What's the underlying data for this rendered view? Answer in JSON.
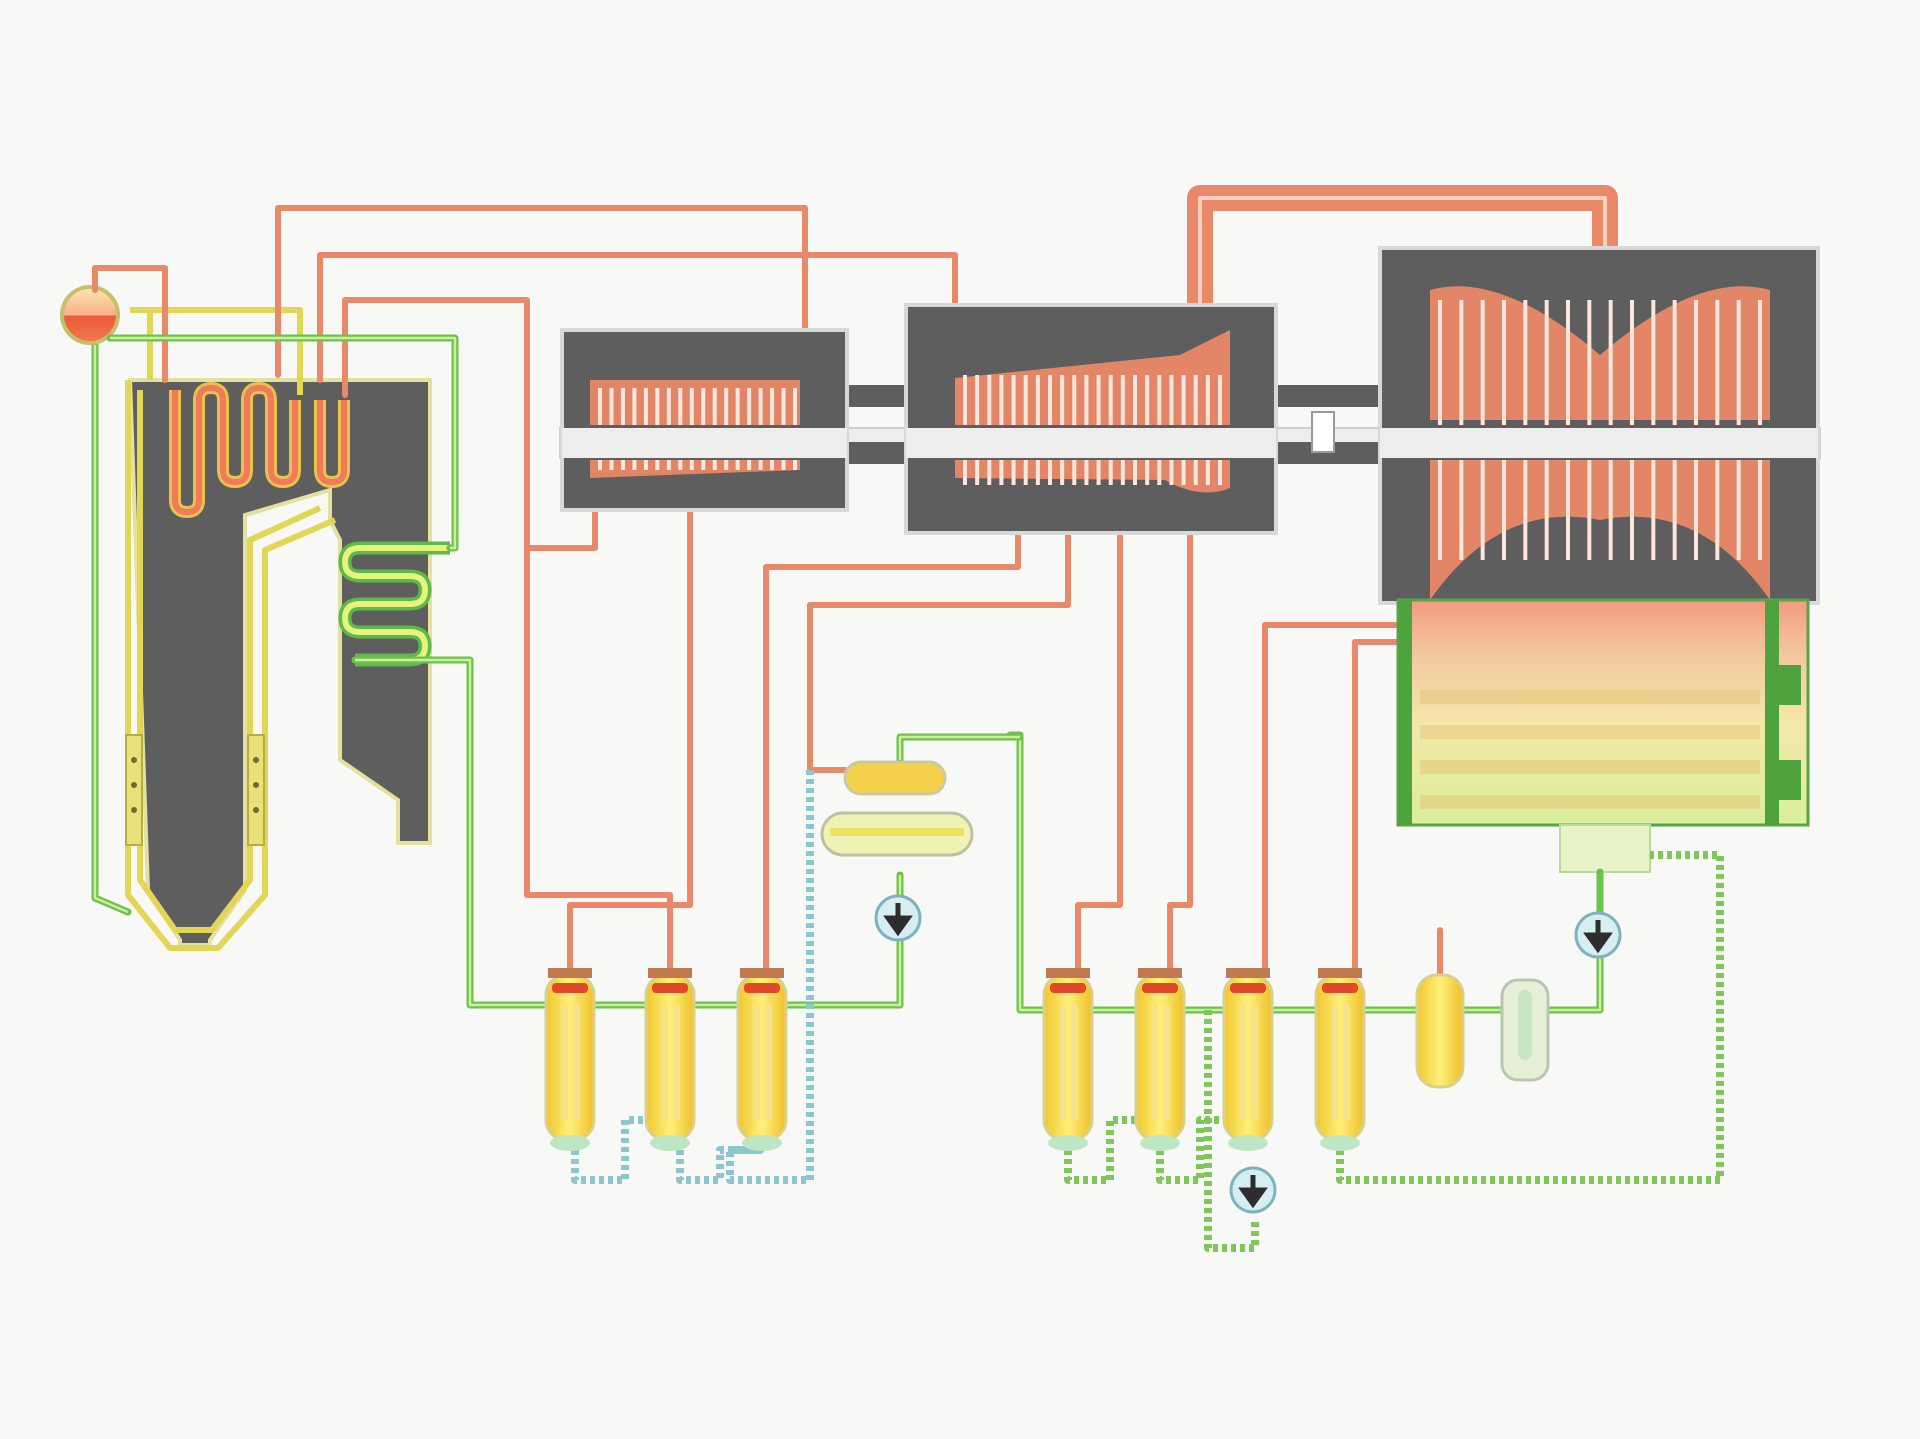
{
  "diagram": {
    "labels": [],
    "colors": {
      "steam": "#e9896a",
      "feedwater": "#6cc24a",
      "casing": "#5e5e5e",
      "heater": "#f2d23a",
      "boiler_gas": "#e2d656",
      "drain": "#8cc7d0",
      "background": "#f8f8f6"
    },
    "components": [
      "boiler",
      "boiler-drum",
      "superheater",
      "economizer",
      "hp-turbine",
      "ip-turbine",
      "lp-turbine",
      "condenser",
      "deaerator",
      "feed-pump",
      "condensate-pump",
      "drain-pump",
      "hp-heater-1",
      "hp-heater-2",
      "hp-heater-3",
      "lp-heater-1",
      "lp-heater-2",
      "lp-heater-3",
      "lp-heater-4",
      "gland-cooler",
      "ejector"
    ]
  }
}
